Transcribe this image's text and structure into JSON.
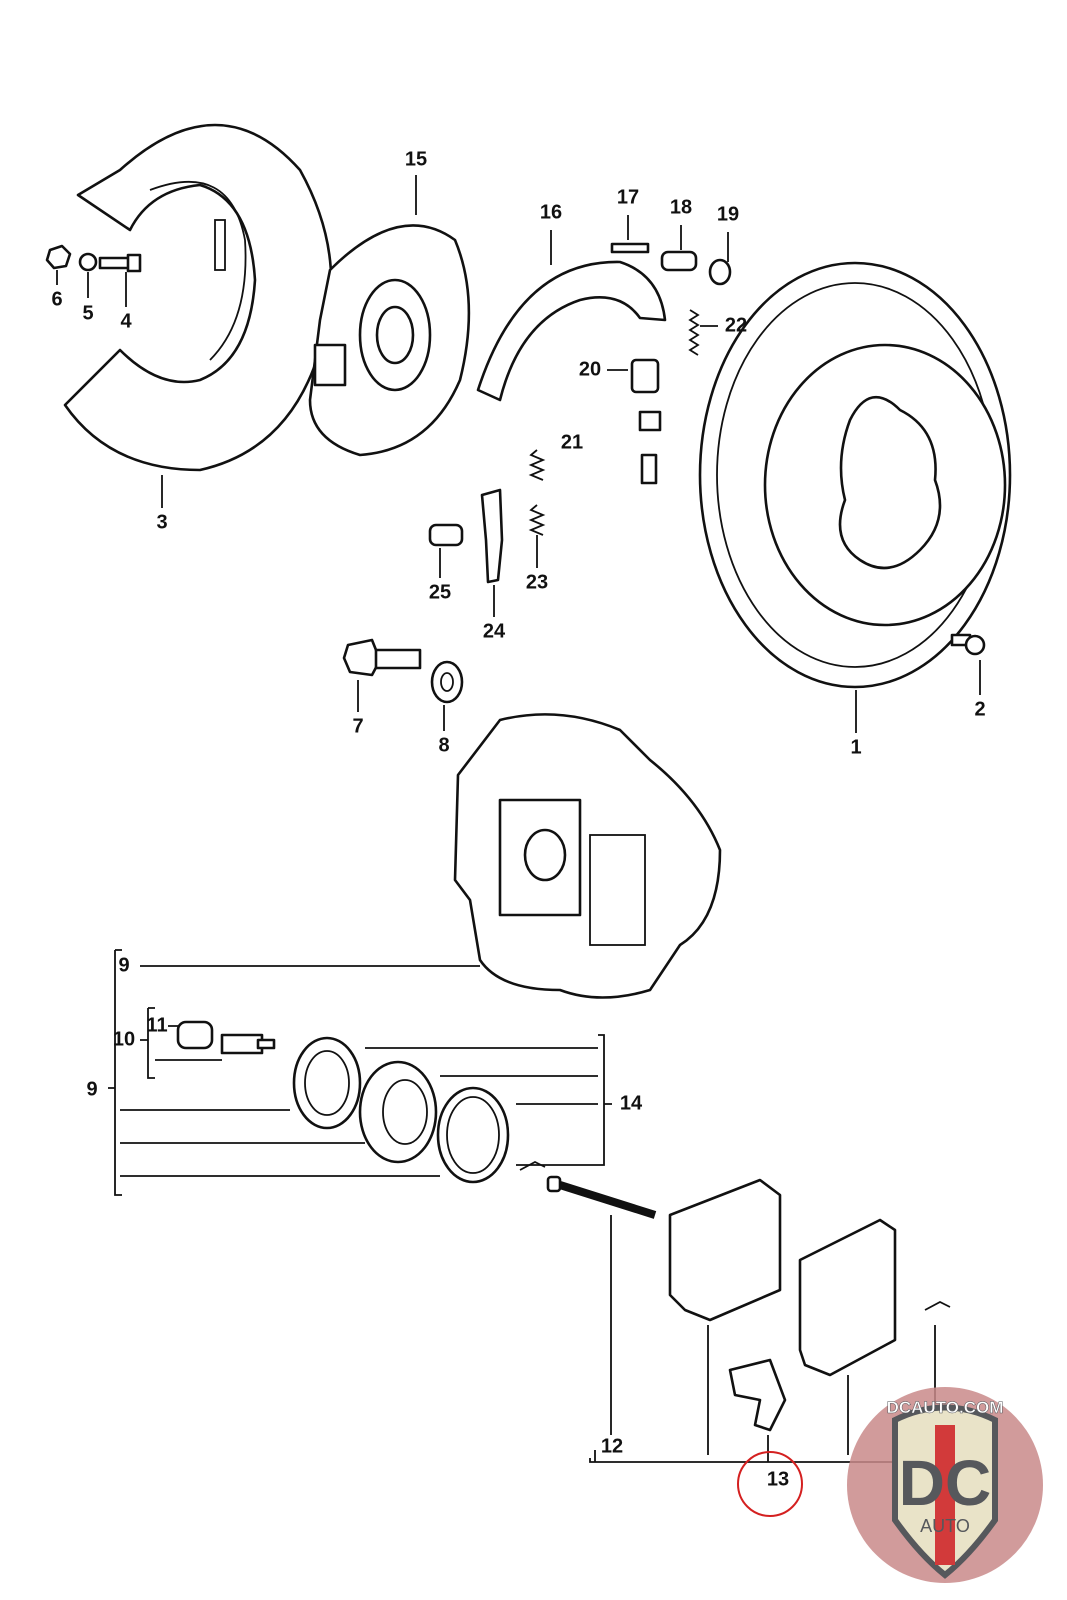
{
  "callouts": [
    {
      "id": "15",
      "text": "15"
    },
    {
      "id": "16",
      "text": "16"
    },
    {
      "id": "17",
      "text": "17"
    },
    {
      "id": "18",
      "text": "18"
    },
    {
      "id": "19",
      "text": "19"
    },
    {
      "id": "6",
      "text": "6"
    },
    {
      "id": "5",
      "text": "5"
    },
    {
      "id": "4",
      "text": "4"
    },
    {
      "id": "22",
      "text": "22"
    },
    {
      "id": "20",
      "text": "20"
    },
    {
      "id": "21",
      "text": "21"
    },
    {
      "id": "3",
      "text": "3"
    },
    {
      "id": "25",
      "text": "25"
    },
    {
      "id": "23",
      "text": "23"
    },
    {
      "id": "24",
      "text": "24"
    },
    {
      "id": "2",
      "text": "2"
    },
    {
      "id": "7",
      "text": "7"
    },
    {
      "id": "8",
      "text": "8"
    },
    {
      "id": "1",
      "text": "1"
    },
    {
      "id": "9a",
      "text": "9"
    },
    {
      "id": "11",
      "text": "11"
    },
    {
      "id": "10",
      "text": "10"
    },
    {
      "id": "9b",
      "text": "9"
    },
    {
      "id": "14",
      "text": "14"
    },
    {
      "id": "12",
      "text": "12"
    },
    {
      "id": "13",
      "text": "13"
    }
  ],
  "highlight": {
    "callout": "13",
    "color": "#d42020"
  },
  "watermark": {
    "site": "DCAUTO.COM",
    "letters": "DC",
    "sub": "AUTO",
    "colors": {
      "circle": "#c98a8a",
      "shield": "#e9e3c8",
      "dark": "#56585c",
      "red": "#d23a3a"
    }
  }
}
